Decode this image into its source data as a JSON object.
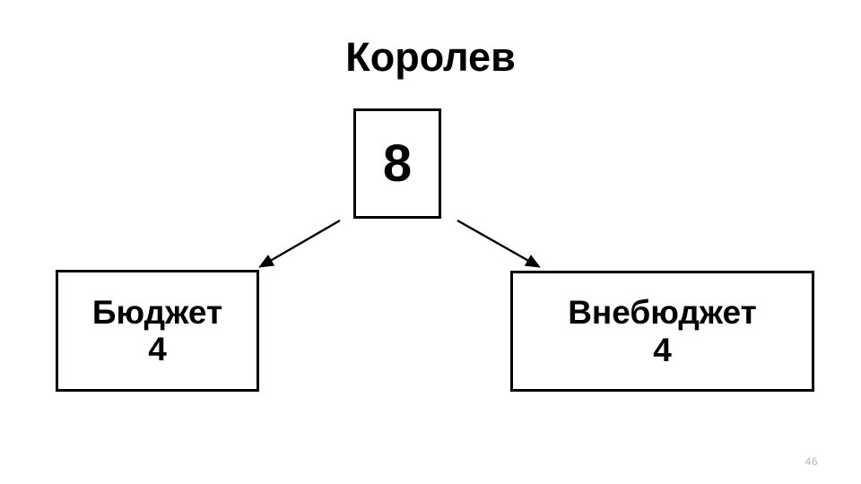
{
  "slide": {
    "title": "Королев",
    "page_number": "46",
    "colors": {
      "background": "#ffffff",
      "text": "#000000",
      "border": "#000000",
      "page_number": "#b9b9b9"
    }
  },
  "tree": {
    "root": {
      "value": "8"
    },
    "children": [
      {
        "label": "Бюджет",
        "count": "4"
      },
      {
        "label": "Внебюджет",
        "count": "4"
      }
    ],
    "connectors": [
      {
        "name": "arrow-to-left-node"
      },
      {
        "name": "arrow-to-right-node"
      }
    ]
  }
}
